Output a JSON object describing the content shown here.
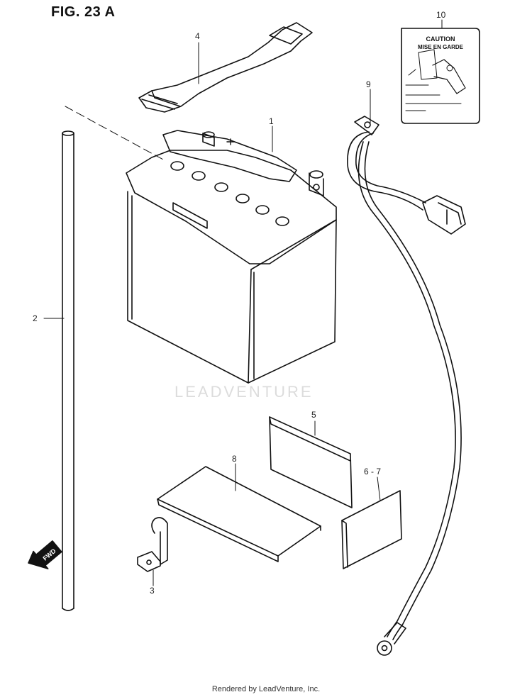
{
  "figure": {
    "title": "FIG. 23 A"
  },
  "callouts": [
    {
      "id": "c1",
      "label": "1"
    },
    {
      "id": "c2",
      "label": "2"
    },
    {
      "id": "c3",
      "label": "3"
    },
    {
      "id": "c4",
      "label": "4"
    },
    {
      "id": "c5",
      "label": "5"
    },
    {
      "id": "c67",
      "label": "6 - 7"
    },
    {
      "id": "c8",
      "label": "8"
    },
    {
      "id": "c9",
      "label": "9"
    },
    {
      "id": "c10",
      "label": "10"
    }
  ],
  "caution_label": {
    "line1": "CAUTION",
    "line2": "MISE EN GARDE"
  },
  "fwd_arrow": {
    "text": "FWD"
  },
  "watermark": {
    "text": "LEADVENTURE"
  },
  "footer": {
    "text": "Rendered by LeadVenture, Inc."
  }
}
